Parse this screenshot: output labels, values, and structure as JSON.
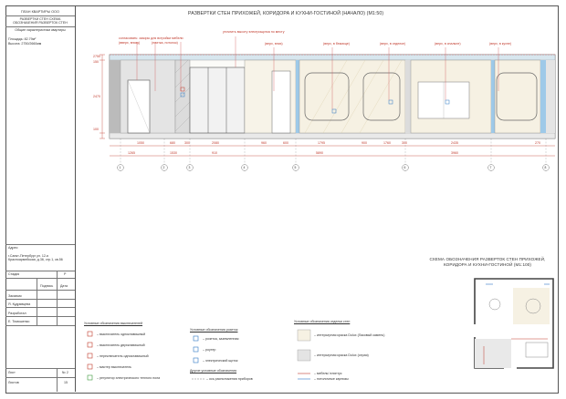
{
  "stamp": {
    "project": "ПЛАН КВАРТИРЫ ООО",
    "sheet_title": "РАЗВЕРТКИ СТЕН СХЕМА ОБОЗНАЧЕНИЯ РАЗВЕРТОК СТЕН",
    "characteristics_title": "Общие характеристики квартиры",
    "area": "Площадь: 82.79м²",
    "height": "Высота: 2750/2660мм",
    "address_label": "Адрес:",
    "address": "г.Санкт-Петербург ул. 12-я Красноармейская, д.36, стр.1, кв.56",
    "stage_label": "Стадия",
    "stage_value": "Р",
    "sign_label": "Подпись",
    "date_label": "Дата",
    "roles": [
      {
        "role": "Заказчик",
        "name": ""
      },
      {
        "role": "Руководитель",
        "name": "Я. Кудрявцева"
      },
      {
        "role": "Разработал",
        "name": ""
      },
      {
        "role": "Проверил",
        "name": "Е. Тимошенко"
      }
    ],
    "sheet_label": "Лист",
    "sheet_value": "№ 2",
    "sheets_label": "Листов",
    "sheets_value": "15"
  },
  "elevation": {
    "title": "РАЗВЕРТКИ СТЕН ПРИХОЖЕЙ, КОРИДОРА И КУХНИ-ГОСТИНОЙ (НАЧАЛО) (М1:50)",
    "callouts": [
      "согласовать: зазоры для встройки мебели",
      "(вверх, внизу)",
      "(плитка, потолок)",
      "уточнить высоту электрощитка по месту",
      "(верх, вниз)",
      "(верх, в бекмоце)",
      "(верх, в отделке)",
      "(верх, в спальне)",
      "(верх, в кухне)"
    ],
    "height_dims": [
      "2750",
      "150",
      "100",
      "2470"
    ],
    "dims_row1": [
      "1050",
      "680",
      "300",
      "2080",
      "960",
      "600",
      "1795",
      "900",
      "1760",
      "300",
      "2435",
      "270"
    ],
    "dims_row2": [
      "1265",
      "1530",
      "910",
      "5890",
      "3960"
    ],
    "axes": [
      "1",
      "2",
      "3",
      "4",
      "5",
      "6",
      "7",
      "8"
    ]
  },
  "plan": {
    "title": "СХЕМА ОБОЗНАЧЕНИЯ РАЗВЕРТОК СТЕН ПРИХОЖЕЙ, КОРИДОРА И КУХНИ-ГОСТИНОЙ (М1:100)"
  },
  "legend": {
    "switches_title": "Условные обозначения выключателей",
    "switches": [
      "– выключатель одноклавишный",
      "– выключатель двухклавишный",
      "– переключатель одноклавишный",
      "– мастер выключатель",
      "– регулятор электрического теплого пола"
    ],
    "sockets_title": "Условные обозначения розеток",
    "sockets": [
      "– розетка, заземленная",
      "– роутер",
      "– электрический щиток"
    ],
    "other_title": "Другие условные обозначения",
    "other": [
      "– ось расположения приборов"
    ],
    "finish_title": "Условные обозначения отделки стен",
    "finishes": [
      "– интерьерная краска Dulux (Лаковый камень)",
      "– интерьерная краска Dulux (серая)"
    ],
    "lines": [
      "– мебель/ плинтус",
      "– потолочные карнизы"
    ]
  }
}
